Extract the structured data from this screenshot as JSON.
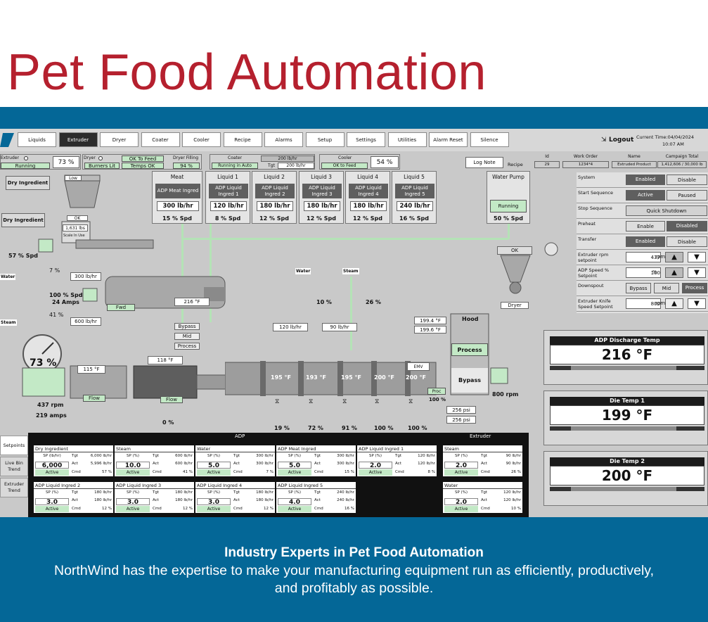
{
  "title": "Pet Food Automation",
  "footer": {
    "heading": "Industry Experts in Pet Food Automation",
    "text": "NorthWind has the expertise to make your manufacturing equipment run as efficiently, productively, and profitably as possible."
  },
  "nav": {
    "items": [
      "Liquids",
      "Extruder",
      "Dryer",
      "Coater",
      "Cooler",
      "Recipe",
      "Alarms",
      "Setup",
      "Settings",
      "Utilities",
      "Alarm Reset",
      "Silence"
    ],
    "active": "Extruder",
    "logout": "Logout",
    "time_label": "Current Time:04/04/2024",
    "time_value": "10:07 AM"
  },
  "status": {
    "extruder_label": "Extruder",
    "extruder_state": "Running",
    "extruder_pct": "73 %",
    "dryer_label": "Dryer",
    "dryer_feed": "OK To Feed",
    "burners": "Burners Lit",
    "temps": "Temps OK",
    "dryer_filling_label": "Dryer Filling",
    "dryer_filling": "94 %",
    "coater_label": "Coater",
    "coater_mode": "Running in Auto",
    "coater_rate": "200 lb/hr",
    "tgt_label": "Tgt",
    "tgt_rate": "200 lb/hr",
    "cooler_label": "Cooler",
    "cooler_feed": "OK to Feed",
    "cooler_pct": "54 %",
    "log_note": "Log Note"
  },
  "recipe": {
    "label": "Recipe",
    "headers": [
      "Id",
      "Work Order",
      "Name",
      "Campaign Total"
    ],
    "values": [
      "29",
      "1234*4",
      "Extruded Product",
      "1,412,606 / 30,000 lb"
    ]
  },
  "ingredients": {
    "dry1": "Dry Ingredient",
    "dry2": "Dry Ingredient",
    "low": "Low",
    "ok": "OK",
    "weight": "1,631 lbs",
    "scale": "Scale In Use",
    "spd": "57 % Spd"
  },
  "cards": [
    {
      "title": "Meat",
      "name": "ADP Meat Ingred",
      "rate": "300 lb/hr",
      "spd": "15 % Spd"
    },
    {
      "title": "Liquid 1",
      "name": "ADP Liquid Ingred 1",
      "rate": "120 lb/hr",
      "spd": "8 % Spd"
    },
    {
      "title": "Liquid 2",
      "name": "ADP Liquid Ingred 2",
      "rate": "180 lb/hr",
      "spd": "12 % Spd"
    },
    {
      "title": "Liquid 3",
      "name": "ADP Liquid Ingred 3",
      "rate": "180 lb/hr",
      "spd": "12 % Spd"
    },
    {
      "title": "Liquid 4",
      "name": "ADP Liquid Ingred 4",
      "rate": "180 lb/hr",
      "spd": "12 % Spd"
    },
    {
      "title": "Liquid 5",
      "name": "ADP Liquid Ingred 5",
      "rate": "240 lb/hr",
      "spd": "16 % Spd"
    }
  ],
  "pump": {
    "title": "Water Pump",
    "state": "Running",
    "spd": "50 % Spd"
  },
  "process": {
    "water_l": "Water",
    "water_pct": "7 %",
    "water_rate": "300 lb/hr",
    "spd100": "100 % Spd",
    "amps24": "24 Amps",
    "steam_l": "Steam",
    "steam_pct": "41 %",
    "steam_rate": "600 lb/hr",
    "fwd": "Fwd",
    "t216": "216 °F",
    "bypass": "Bypass",
    "mid": "Mid",
    "proc": "Process",
    "water2": "Water",
    "steam2": "Steam",
    "p10": "10 %",
    "p26": "26 %",
    "r120": "120 lb/hr",
    "r90": "90 lb/hr",
    "gauge": "73 %",
    "t115": "115 °F",
    "t118": "118 °F",
    "flow1": "Flow",
    "flow2": "Flow",
    "rpm437": "437 rpm",
    "amps219": "219 amps",
    "pct0": "0 %",
    "zones": [
      "195 °F",
      "193 °F",
      "195 °F",
      "200 °F",
      "200 °F"
    ],
    "emv": "EMV",
    "t1994": "199.4 °F",
    "t1996": "199.6 °F",
    "hood": "Hood",
    "hprocess": "Process",
    "hbypass": "Bypass",
    "proc2": "Proc",
    "pct100": "100 %",
    "psi1": "256 psi",
    "psi2": "256 psi",
    "rpm800": "800 rpm",
    "valves": [
      "19 %",
      "72 %",
      "91 %",
      "100 %",
      "100 %"
    ],
    "ok": "OK",
    "dryer": "Dryer"
  },
  "settings": [
    {
      "name": "System",
      "a": "Enabled",
      "b": "Disable"
    },
    {
      "name": "Start Sequence",
      "a": "Active",
      "b": "Paused"
    },
    {
      "name": "Stop Sequence",
      "a": "Quick Shutdown",
      "b": ""
    },
    {
      "name": "Preheat",
      "a": "Enable",
      "b": "Disabled"
    },
    {
      "name": "Transfer",
      "a": "Enabled",
      "b": "Disable"
    },
    {
      "name": "Extruder rpm setpoint",
      "a": "437",
      "b": "rpm"
    },
    {
      "name": "ADP Speed % Setpoint",
      "a": "100",
      "b": "%"
    },
    {
      "name": "Downspout",
      "a": "Bypass",
      "b": "Mid",
      "c": "Process"
    },
    {
      "name": "Extruder Knife Speed Setpoint",
      "a": "800",
      "b": "rpm"
    }
  ],
  "temps": [
    {
      "label": "ADP Discharge Temp",
      "value": "216 °F"
    },
    {
      "label": "Die Temp 1",
      "value": "199 °F"
    },
    {
      "label": "Die Temp 2",
      "value": "200 °F"
    }
  ],
  "side_tabs": [
    "Setpoints",
    "Live Bin Trend",
    "Extruder Trend"
  ],
  "panel": {
    "adp": "ADP",
    "extruder": "Extruder",
    "sp_lb": "SP (lb/hr)",
    "sp_pct": "SP (%)",
    "tgt": "Tgt",
    "act": "Act",
    "cmd": "Cmd",
    "active": "Active",
    "cells": [
      {
        "name": "Dry Ingredient",
        "sp": "6,000",
        "tgt": "6,000 lb/hr",
        "act": "5,996 lb/hr",
        "cmd": "57 %"
      },
      {
        "name": "Steam",
        "sp": "10.0",
        "tgt": "600 lb/hr",
        "act": "600 lb/hr",
        "cmd": "41 %"
      },
      {
        "name": "Water",
        "sp": "5.0",
        "tgt": "300 lb/hr",
        "act": "300 lb/hr",
        "cmd": "7 %"
      },
      {
        "name": "ADP Meat Ingred",
        "sp": "5.0",
        "tgt": "300 lb/hr",
        "act": "300 lb/hr",
        "cmd": "15 %"
      },
      {
        "name": "ADP Liquid Ingred 1",
        "sp": "2.0",
        "tgt": "120 lb/hr",
        "act": "120 lb/hr",
        "cmd": "8 %"
      },
      {
        "name": "ADP Liquid Ingred 2",
        "sp": "3.0",
        "tgt": "180 lb/hr",
        "act": "180 lb/hr",
        "cmd": "12 %"
      },
      {
        "name": "ADP Liquid Ingred 3",
        "sp": "3.0",
        "tgt": "180 lb/hr",
        "act": "180 lb/hr",
        "cmd": "12 %"
      },
      {
        "name": "ADP Liquid Ingred 4",
        "sp": "3.0",
        "tgt": "180 lb/hr",
        "act": "180 lb/hr",
        "cmd": "12 %"
      },
      {
        "name": "ADP Liquid Ingred 5",
        "sp": "4.0",
        "tgt": "240 lb/hr",
        "act": "240 lb/hr",
        "cmd": "16 %"
      }
    ],
    "ext_cells": [
      {
        "name": "Steam",
        "sp": "2.0",
        "tgt": "90 lb/hr",
        "act": "90 lb/hr",
        "cmd": "26 %"
      },
      {
        "name": "Water",
        "sp": "2.0",
        "tgt": "120 lb/hr",
        "act": "120 lb/hr",
        "cmd": "10 %"
      }
    ]
  }
}
